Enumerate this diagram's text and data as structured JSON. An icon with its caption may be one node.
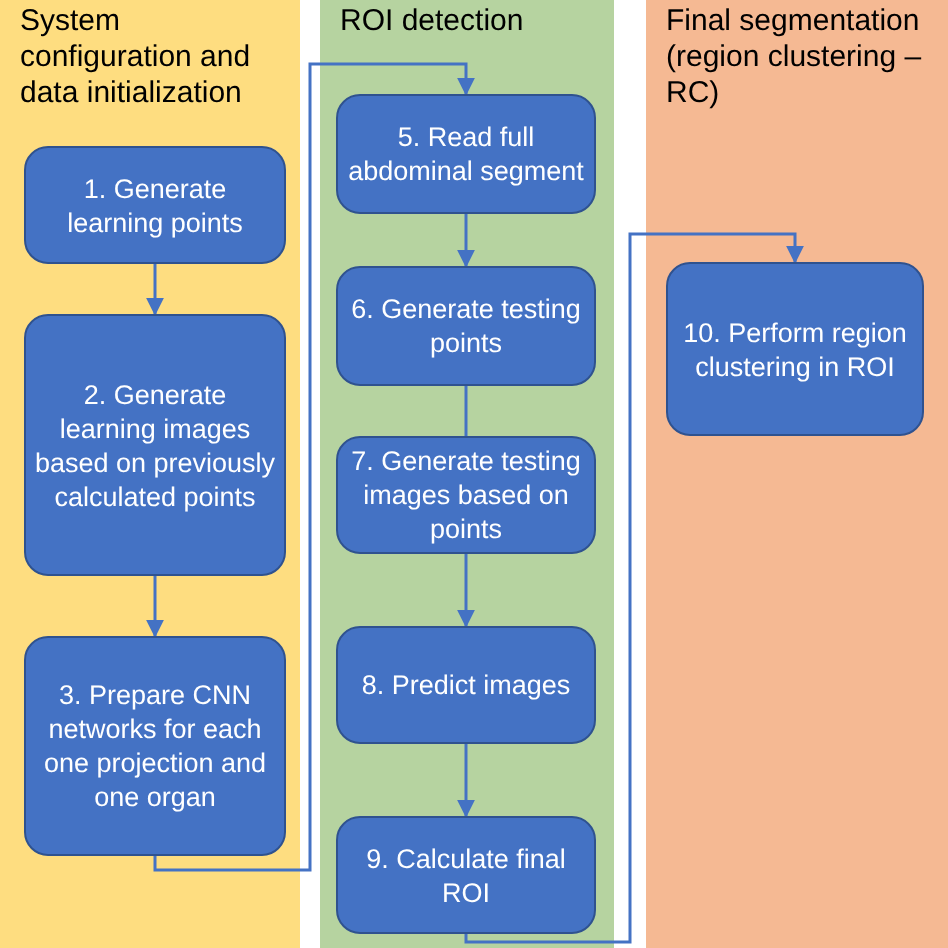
{
  "diagram": {
    "nodes": [
      {
        "text": [
          "System configuration and data initialization"
        ]
      },
      {
        "text": [
          "ROI detection"
        ]
      },
      {
        "text": [
          "Final segmentation (region clustering – RC)"
        ]
      },
      {
        "text": [
          "1. Generate learning points"
        ],
        "in": 0
      },
      {
        "text": [
          "2. Generate learning images based on previously calculated points"
        ],
        "in": 0
      },
      {
        "text": [
          "3. Prepare CNN networks for each one projection and one organ"
        ],
        "in": 0
      },
      {
        "text": [
          "5. Read full abdominal segment"
        ],
        "in": 1
      },
      {
        "text": [
          "6. Generate testing points"
        ],
        "in": 1
      },
      {
        "text": [
          "7. Generate testing images based on points"
        ],
        "in": 1
      },
      {
        "text": [
          "8. Predict images"
        ],
        "in": 1
      },
      {
        "text": [
          "9. Calculate final ROI"
        ],
        "in": 1
      },
      {
        "text": [
          "10. Perform region clustering in ROI"
        ],
        "in": 2
      }
    ],
    "edges": [
      {
        "from": 3,
        "to": 4,
        "arrow": "to"
      },
      {
        "from": 4,
        "to": 5,
        "arrow": "to"
      },
      {
        "from": 5,
        "to": 6,
        "arrow": "to"
      },
      {
        "from": 6,
        "to": 7,
        "arrow": "to"
      },
      {
        "from": 7,
        "to": 8,
        "arrow": "none"
      },
      {
        "from": 8,
        "to": 9,
        "arrow": "to"
      },
      {
        "from": 9,
        "to": 10,
        "arrow": "to"
      },
      {
        "from": 10,
        "to": 11,
        "arrow": "to"
      }
    ]
  }
}
